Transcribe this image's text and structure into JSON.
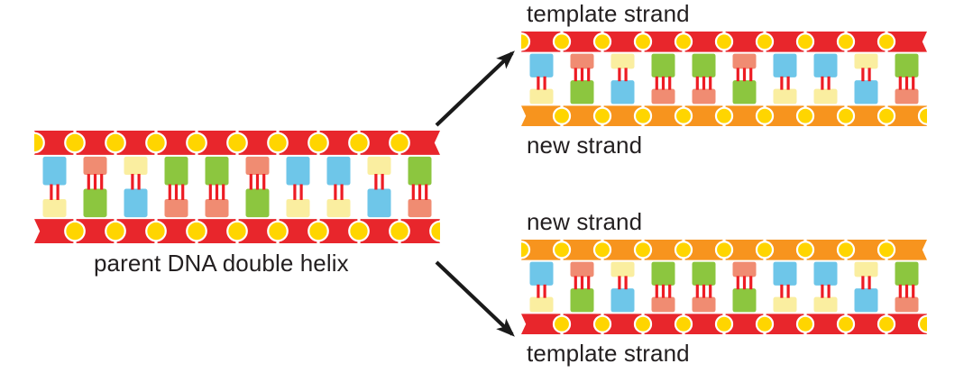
{
  "diagram": {
    "title_semantic": "dna-semiconservative-replication",
    "colors": {
      "backbone_template": "#e8262c",
      "backbone_new": "#f7941e",
      "phosphate": "#ffd500",
      "base_blue": "#6ec6e9",
      "base_salmon": "#f08c72",
      "base_green": "#8cc63f",
      "base_cream": "#faeea0",
      "rung": "#ed1c24",
      "text": "#231f20",
      "arrow": "#1a1a1a"
    },
    "parent": {
      "label": "parent DNA double helix",
      "top_backbone": "template",
      "bottom_backbone": "template",
      "pairs": [
        {
          "top": "base_blue",
          "bottom": "base_cream",
          "rungs": 2,
          "tall": "top"
        },
        {
          "top": "base_salmon",
          "bottom": "base_green",
          "rungs": 3,
          "tall": "bottom"
        },
        {
          "top": "base_cream",
          "bottom": "base_blue",
          "rungs": 2,
          "tall": "bottom"
        },
        {
          "top": "base_green",
          "bottom": "base_salmon",
          "rungs": 3,
          "tall": "top"
        },
        {
          "top": "base_green",
          "bottom": "base_salmon",
          "rungs": 3,
          "tall": "top"
        },
        {
          "top": "base_salmon",
          "bottom": "base_green",
          "rungs": 3,
          "tall": "bottom"
        },
        {
          "top": "base_blue",
          "bottom": "base_cream",
          "rungs": 2,
          "tall": "top"
        },
        {
          "top": "base_blue",
          "bottom": "base_cream",
          "rungs": 2,
          "tall": "top"
        },
        {
          "top": "base_cream",
          "bottom": "base_blue",
          "rungs": 2,
          "tall": "bottom"
        },
        {
          "top": "base_green",
          "bottom": "base_salmon",
          "rungs": 3,
          "tall": "top"
        }
      ],
      "phosphate_count_top": 10,
      "phosphate_count_bottom": 10
    },
    "daughter_top": {
      "label_above": "template strand",
      "label_below": "new strand",
      "top_backbone": "template",
      "bottom_backbone": "new",
      "pairs": [
        {
          "top": "base_blue",
          "bottom": "base_cream",
          "rungs": 2,
          "tall": "top"
        },
        {
          "top": "base_salmon",
          "bottom": "base_green",
          "rungs": 3,
          "tall": "bottom"
        },
        {
          "top": "base_cream",
          "bottom": "base_blue",
          "rungs": 2,
          "tall": "bottom"
        },
        {
          "top": "base_green",
          "bottom": "base_salmon",
          "rungs": 3,
          "tall": "top"
        },
        {
          "top": "base_green",
          "bottom": "base_salmon",
          "rungs": 3,
          "tall": "top"
        },
        {
          "top": "base_salmon",
          "bottom": "base_green",
          "rungs": 3,
          "tall": "bottom"
        },
        {
          "top": "base_blue",
          "bottom": "base_cream",
          "rungs": 2,
          "tall": "top"
        },
        {
          "top": "base_blue",
          "bottom": "base_cream",
          "rungs": 2,
          "tall": "top"
        },
        {
          "top": "base_cream",
          "bottom": "base_blue",
          "rungs": 2,
          "tall": "bottom"
        },
        {
          "top": "base_green",
          "bottom": "base_salmon",
          "rungs": 3,
          "tall": "top"
        }
      ]
    },
    "daughter_bottom": {
      "label_above": "new strand",
      "label_below": "template strand",
      "top_backbone": "new",
      "bottom_backbone": "template",
      "pairs": [
        {
          "top": "base_blue",
          "bottom": "base_cream",
          "rungs": 2,
          "tall": "top"
        },
        {
          "top": "base_salmon",
          "bottom": "base_green",
          "rungs": 3,
          "tall": "bottom"
        },
        {
          "top": "base_cream",
          "bottom": "base_blue",
          "rungs": 2,
          "tall": "bottom"
        },
        {
          "top": "base_green",
          "bottom": "base_salmon",
          "rungs": 3,
          "tall": "top"
        },
        {
          "top": "base_green",
          "bottom": "base_salmon",
          "rungs": 3,
          "tall": "top"
        },
        {
          "top": "base_salmon",
          "bottom": "base_green",
          "rungs": 3,
          "tall": "bottom"
        },
        {
          "top": "base_blue",
          "bottom": "base_cream",
          "rungs": 2,
          "tall": "top"
        },
        {
          "top": "base_blue",
          "bottom": "base_cream",
          "rungs": 2,
          "tall": "top"
        },
        {
          "top": "base_cream",
          "bottom": "base_blue",
          "rungs": 2,
          "tall": "bottom"
        },
        {
          "top": "base_green",
          "bottom": "base_salmon",
          "rungs": 3,
          "tall": "top"
        }
      ]
    },
    "arrows": [
      {
        "name": "arrow-to-top-daughter",
        "direction": "up-right"
      },
      {
        "name": "arrow-to-bottom-daughter",
        "direction": "down-right"
      }
    ]
  }
}
